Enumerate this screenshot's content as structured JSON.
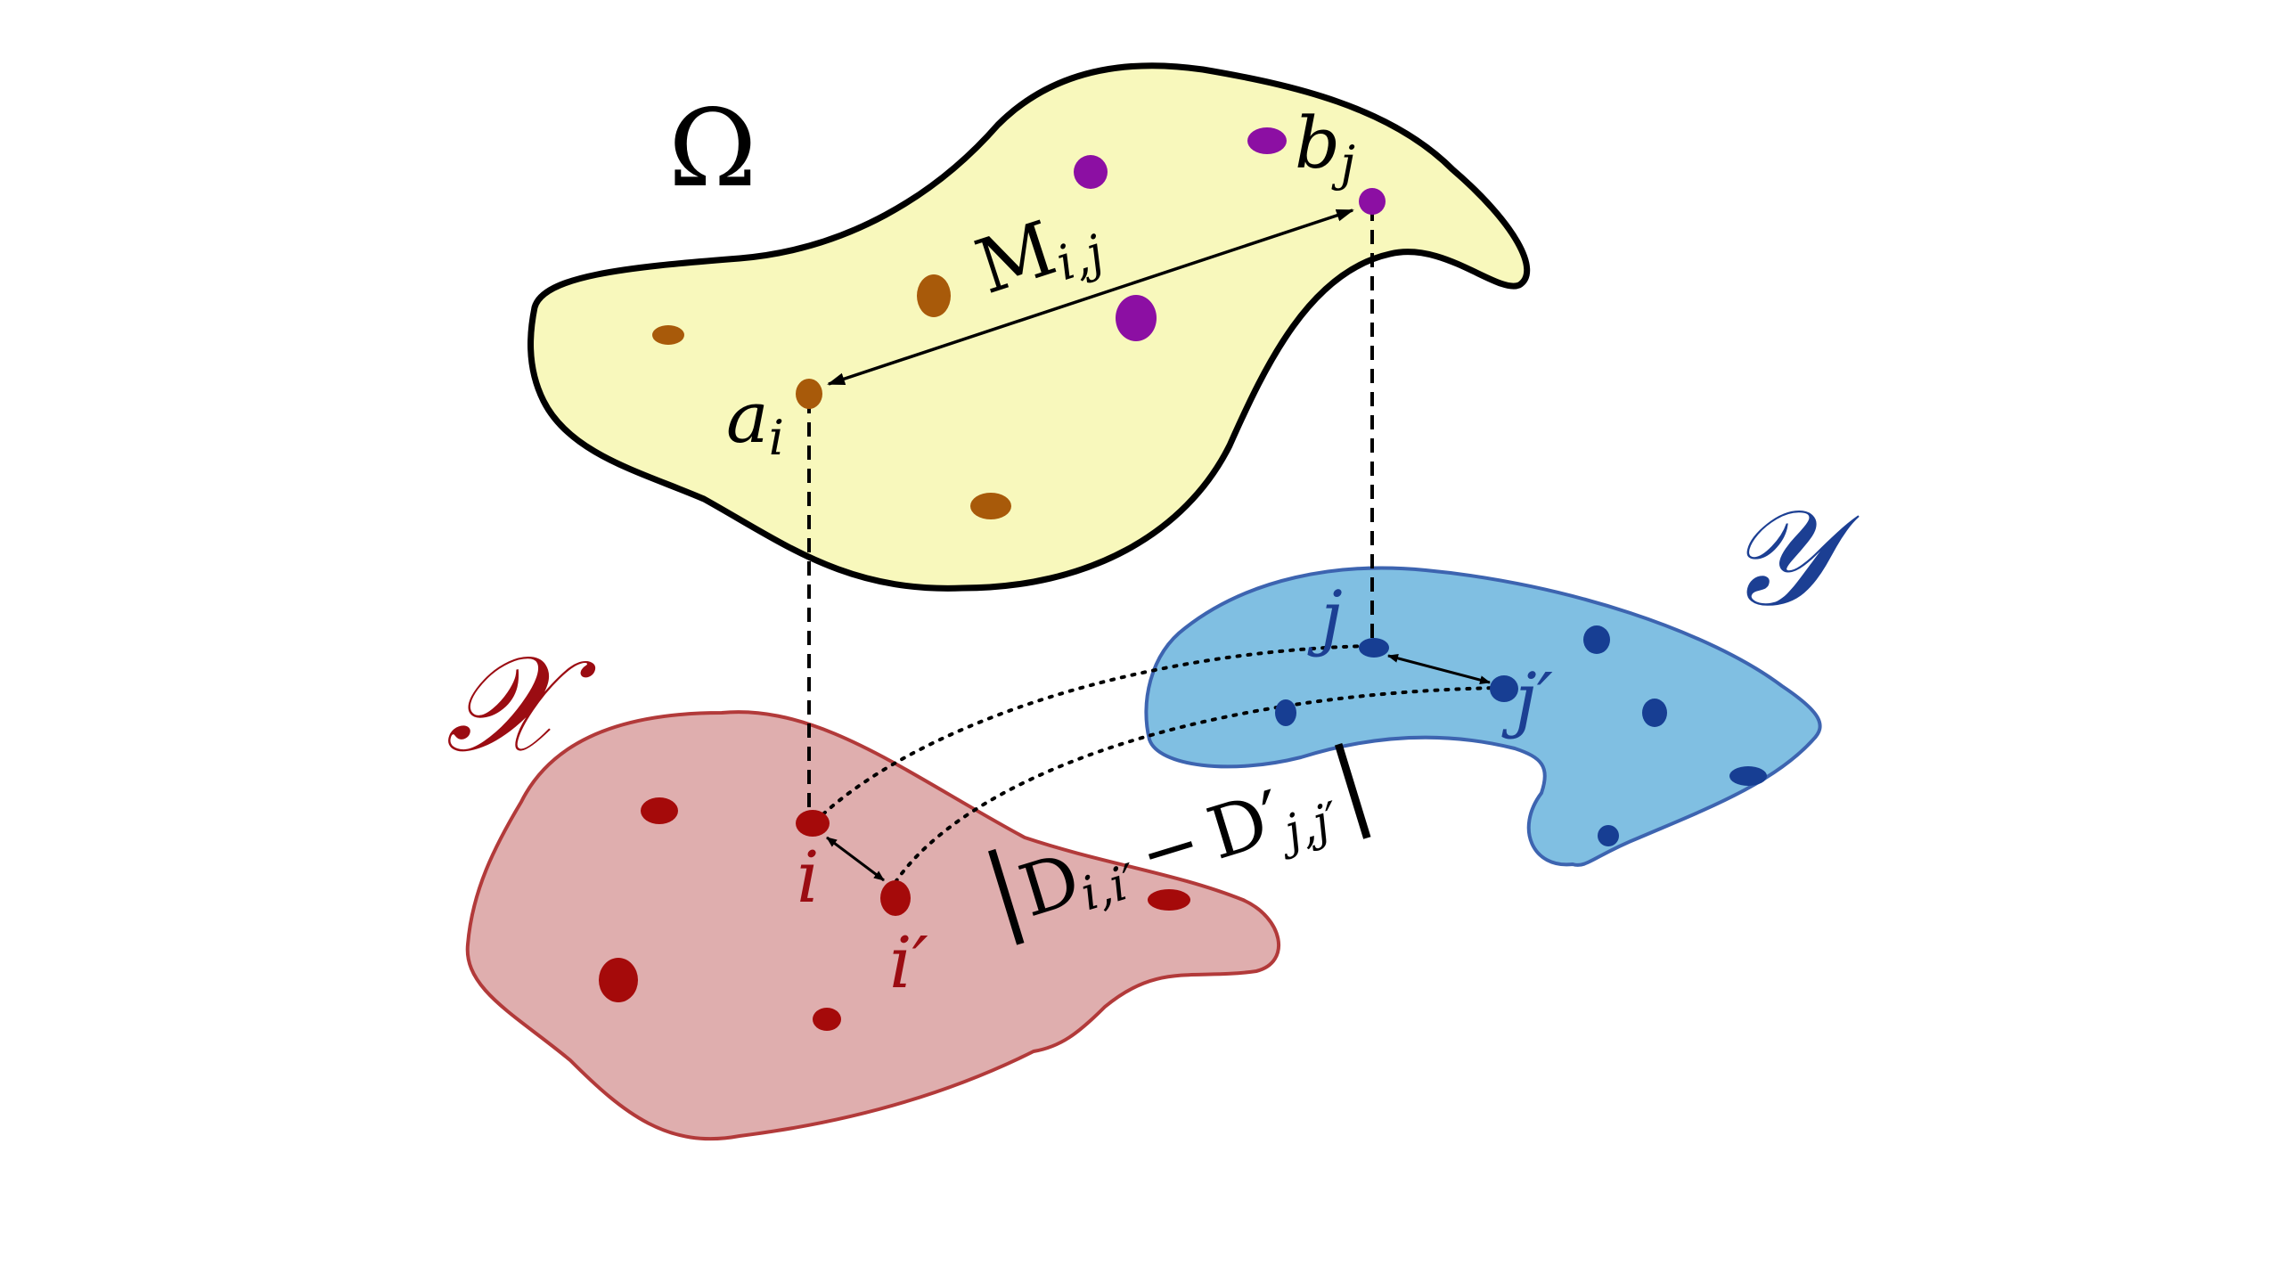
{
  "colors": {
    "omega_fill": "#f8f8bc",
    "omega_stroke": "#000000",
    "x_fill": "#dfaeae",
    "x_stroke": "#b23a3a",
    "x_label": "#9b0c12",
    "x_point": "#a50a0a",
    "y_fill": "#80bfe2",
    "y_stroke": "#3d64b0",
    "y_label": "#1c3f93",
    "y_point": "#173e93",
    "orange_point": "#a85a0a",
    "purple_point": "#8c0fa3"
  },
  "labels": {
    "omega": "Ω",
    "x_space": "𝒳",
    "y_space": "𝒴",
    "a_base": "a",
    "a_sub": "i",
    "b_base": "b",
    "b_sub": "j",
    "m_base": "M",
    "m_sub": "i,j",
    "i": "i",
    "i_prime": "i′",
    "j": "j",
    "j_prime": "j′",
    "formula_bar_left": "|",
    "formula_d": "D",
    "formula_d_sub": "i,i′",
    "formula_minus": "−",
    "formula_dp": "D′",
    "formula_dp_sub": "j,j′",
    "formula_bar_right": "|"
  }
}
